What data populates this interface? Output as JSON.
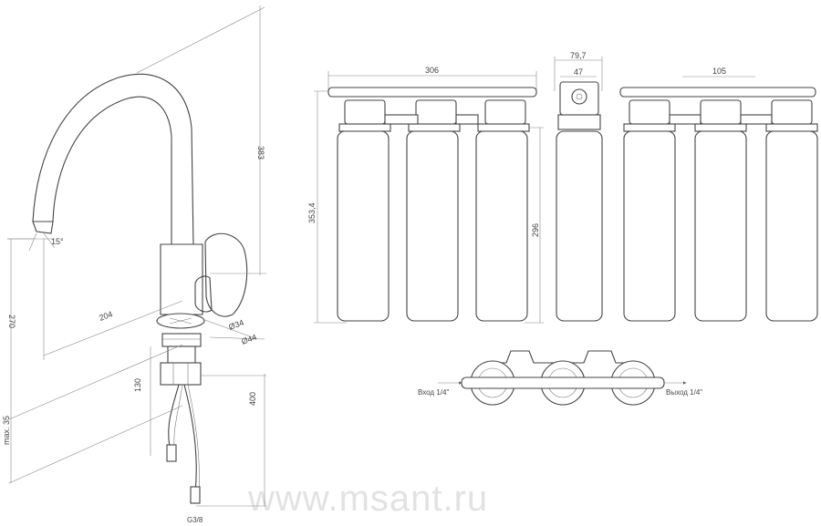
{
  "faucet": {
    "height_383": "383",
    "angle_15": "15°",
    "length_204": "204",
    "height_270": "270",
    "d34": "Ø34",
    "d44": "Ø44",
    "hose_130": "130",
    "hose_400": "400",
    "max35": "max. 35",
    "g38": "G3/8"
  },
  "filter": {
    "width_306": "306",
    "height_3534": "353,4",
    "height_296": "296",
    "depth_797": "79,7",
    "depth_47": "47",
    "spacing_105": "105",
    "inlet": "Вход 1/4\"",
    "outlet": "Выход 1/4\""
  },
  "watermark": "www.msant.ru"
}
